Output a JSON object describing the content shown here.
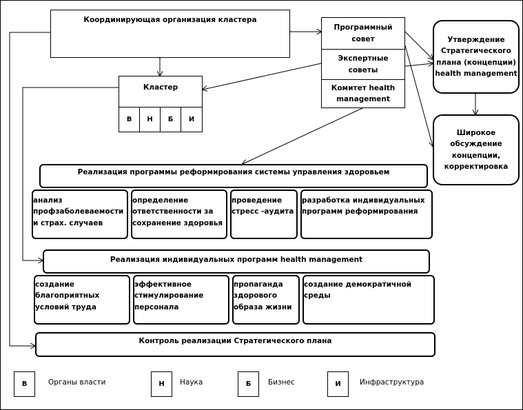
{
  "top": {
    "coordinating": "Координирующая организация кластера",
    "program_council_l1": "Программный",
    "program_council_l2": "совет",
    "expert_councils_l1": "Экспертные",
    "expert_councils_l2": "советы",
    "hm_committee_l1": "Комитет health",
    "hm_committee_l2": "management",
    "approval_l1": "Утверждение",
    "approval_l2": "Стратегического",
    "approval_l3": "плана (концепции)",
    "approval_l4": "health management",
    "discussion_l1": "Широкое",
    "discussion_l2": "обсуждение",
    "discussion_l3": "концепции,",
    "discussion_l4": "корректировка"
  },
  "cluster": {
    "title": "Кластер",
    "cells": [
      "В",
      "Н",
      "Б",
      "И"
    ]
  },
  "reform": {
    "title": "Реализация программы реформирования системы управления здоровьем",
    "item1_l1": "анализ",
    "item1_l2": "профзаболеваемости",
    "item1_l3": "и страх. случаев",
    "item2_l1": "определение",
    "item2_l2": "ответственности за",
    "item2_l3": "сохранение здоровья",
    "item3_l1": "проведение",
    "item3_l2": "стресс -аудита",
    "item4_l1": "разработка индивидуальных",
    "item4_l2": "программ реформирования"
  },
  "individual": {
    "title": "Реализация индивидуальных программ health management",
    "item1_l1": "создание",
    "item1_l2": "благоприятных",
    "item1_l3": "условий труда",
    "item2_l1": "эффективное",
    "item2_l2": "стимулирование",
    "item2_l3": "персонала",
    "item3_l1": "пропаганда",
    "item3_l2": "здорового",
    "item3_l3": "образа жизни",
    "item4_l1": "создание демократичной",
    "item4_l2": "среды"
  },
  "control": {
    "title": "Контроль реализации Стратегического плана"
  },
  "legend": [
    {
      "key": "В",
      "label": "Органы власти"
    },
    {
      "key": "Н",
      "label": "Наука"
    },
    {
      "key": "Б",
      "label": "Бизнес"
    },
    {
      "key": "И",
      "label": "Инфраструктура"
    }
  ]
}
